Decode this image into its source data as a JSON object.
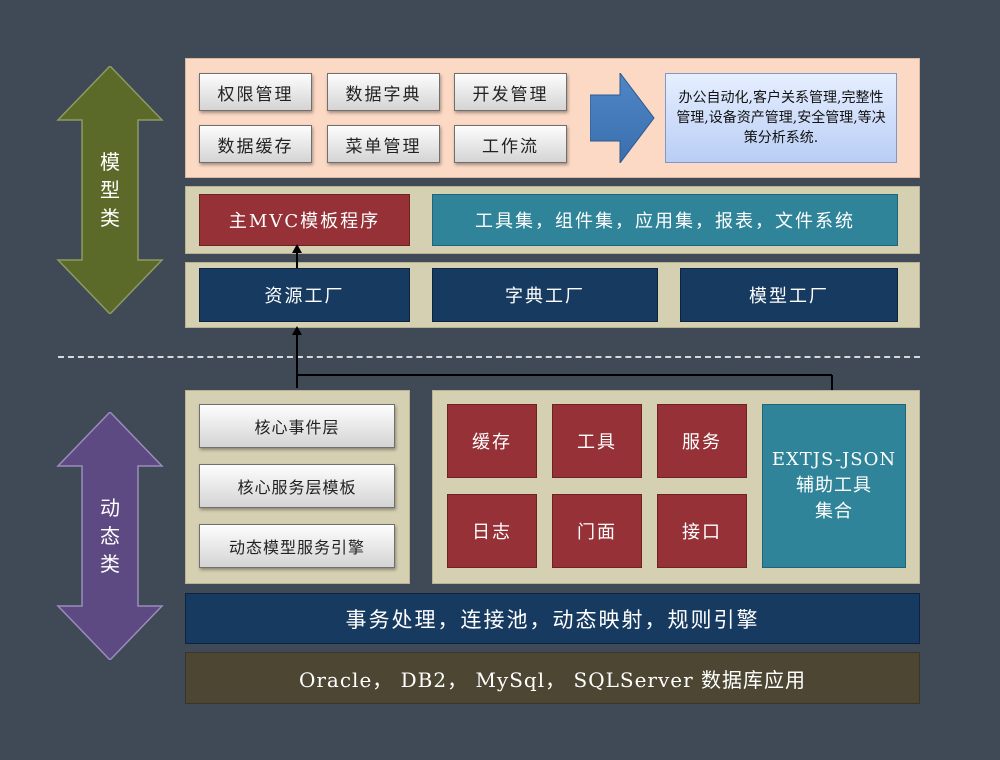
{
  "side": {
    "model_label": [
      "模",
      "型",
      "类"
    ],
    "dynamic_label": [
      "动",
      "态",
      "类"
    ],
    "model_arrow_color": "#5b6a28",
    "dynamic_arrow_color": "#5d4a82"
  },
  "top": {
    "buttons": [
      "权限管理",
      "数据字典",
      "开发管理",
      "数据缓存",
      "菜单管理",
      "工作流"
    ],
    "description": "办公自动化,客户关系管理,完整性管理,设备资产管理,安全管理,等决策分析系统."
  },
  "mvc_row": {
    "main": "主MVC模板程序",
    "tools": "工具集，组件集，应用集，报表，文件系统"
  },
  "factory_row": [
    "资源工厂",
    "字典工厂",
    "模型工厂"
  ],
  "core_layers": [
    "核心事件层",
    "核心服务层模板",
    "动态模型服务引擎"
  ],
  "services": [
    "缓存",
    "工具",
    "服务",
    "日志",
    "门面",
    "接口"
  ],
  "extjs_lines": [
    "EXTJS-JSON",
    "辅助工具",
    "集合"
  ],
  "transaction_bar": "事务处理，连接池，动态映射，规则引擎",
  "database_bar": "Oracle， DB2， MySql， SQLServer 数据库应用"
}
